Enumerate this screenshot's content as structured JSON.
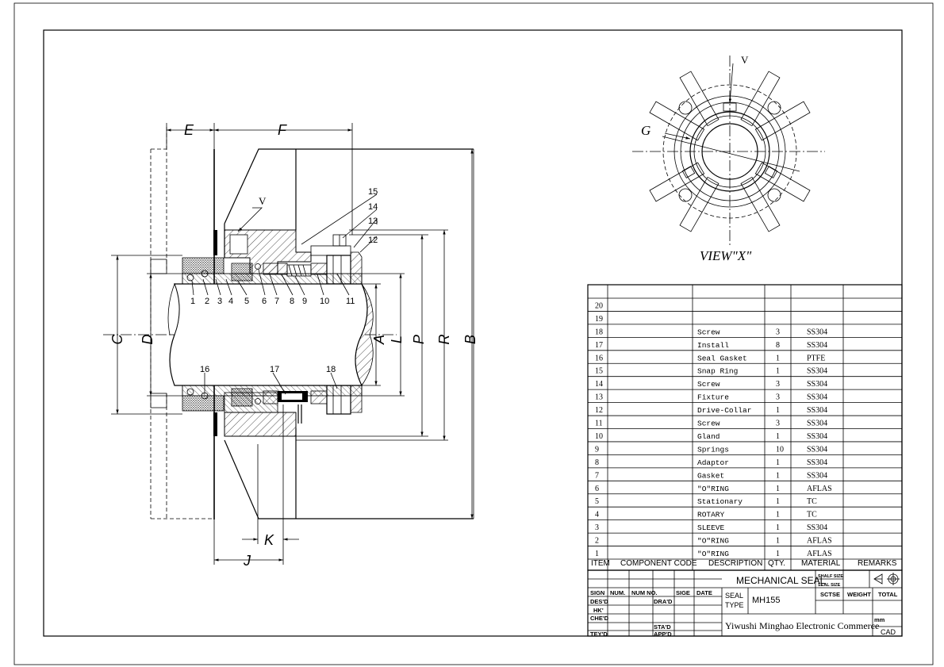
{
  "view_label": "VIEW\"X\"",
  "dimensions": {
    "E": "E",
    "F": "F",
    "C": "C",
    "D": "D",
    "A": "A",
    "L": "L",
    "P": "P",
    "R": "R",
    "B": "B",
    "K": "K",
    "J": "J",
    "G": "G",
    "V": "V"
  },
  "balloons": [
    "1",
    "2",
    "3",
    "4",
    "5",
    "6",
    "7",
    "8",
    "9",
    "10",
    "11",
    "12",
    "13",
    "14",
    "15",
    "16",
    "17",
    "18"
  ],
  "parts_table": {
    "headers": {
      "item": "ITEM",
      "code": "COMPONENT CODE",
      "description": "DESCRIPTION",
      "qty": "QTY.",
      "material": "MATERIAL",
      "remarks": "REMARKS"
    },
    "rows": [
      {
        "item": "20",
        "description": "",
        "qty": "",
        "material": ""
      },
      {
        "item": "19",
        "description": "",
        "qty": "",
        "material": ""
      },
      {
        "item": "18",
        "description": "Screw",
        "qty": "3",
        "material": "SS304"
      },
      {
        "item": "17",
        "description": "Install",
        "qty": "8",
        "material": "SS304"
      },
      {
        "item": "16",
        "description": "Seal Gasket",
        "qty": "1",
        "material": "PTFE"
      },
      {
        "item": "15",
        "description": "Snap Ring",
        "qty": "1",
        "material": "SS304"
      },
      {
        "item": "14",
        "description": "Screw",
        "qty": "3",
        "material": "SS304"
      },
      {
        "item": "13",
        "description": "Fixture",
        "qty": "3",
        "material": "SS304"
      },
      {
        "item": "12",
        "description": "Drive-Collar",
        "qty": "1",
        "material": "SS304"
      },
      {
        "item": "11",
        "description": "Screw",
        "qty": "3",
        "material": "SS304"
      },
      {
        "item": "10",
        "description": "Gland",
        "qty": "1",
        "material": "SS304"
      },
      {
        "item": "9",
        "description": "Springs",
        "qty": "10",
        "material": "SS304"
      },
      {
        "item": "8",
        "description": "Adaptor",
        "qty": "1",
        "material": "SS304"
      },
      {
        "item": "7",
        "description": "Gasket",
        "qty": "1",
        "material": "SS304"
      },
      {
        "item": "6",
        "description": "\"O\"RING",
        "qty": "1",
        "material": "AFLAS"
      },
      {
        "item": "5",
        "description": "Stationary",
        "qty": "1",
        "material": "TC"
      },
      {
        "item": "4",
        "description": "ROTARY",
        "qty": "1",
        "material": "TC"
      },
      {
        "item": "3",
        "description": "SLEEVE",
        "qty": "1",
        "material": "SS304"
      },
      {
        "item": "2",
        "description": "\"O\"RING",
        "qty": "1",
        "material": "AFLAS"
      },
      {
        "item": "1",
        "description": "\"O\"RING",
        "qty": "1",
        "material": "AFLAS"
      }
    ]
  },
  "title_block": {
    "title": "MECHANICAL  SEAL",
    "shalf_size": "SHALF SIZE",
    "seal_size": "SEAL SIZE",
    "sign": "SIGN",
    "num": "NUM.",
    "num_no": "NUM NO.",
    "sige": "SIGE",
    "date": "DATE",
    "desd": "DES'D",
    "hk": "HK'",
    "ched": "CHE'D",
    "teyd": "TEY'D",
    "drad": "DRA'D",
    "stad": "STA'D",
    "appd": "APP'D",
    "seal_type_1": "SEAL",
    "seal_type_2": "TYPE",
    "model": "MH155",
    "sctse": "SCTSE",
    "weight": "WEIGHT",
    "total": "TOTAL",
    "company": "Yiwushi Minghao Electronic Commerce",
    "unit": "mm",
    "cad": "CAD"
  }
}
